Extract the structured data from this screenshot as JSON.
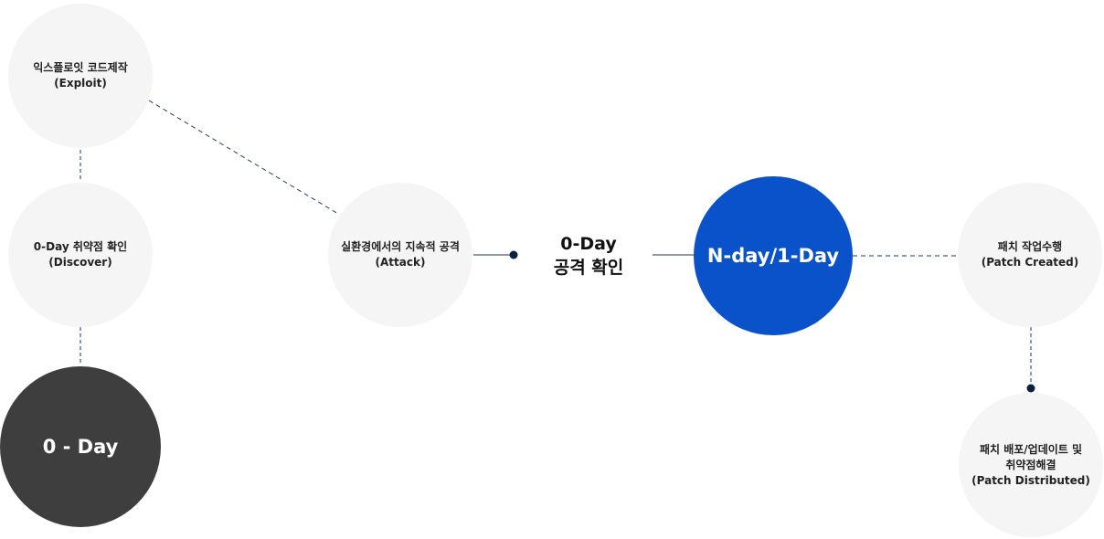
{
  "colors": {
    "light_node": "#f5f5f5",
    "dark_node": "#3e3e3e",
    "accent_node": "#0a52c9",
    "connector": "#1d3557",
    "text_dark": "#222222"
  },
  "nodes": {
    "exploit": {
      "line1": "익스플로잇 코드제작",
      "line2": "(Exploit)"
    },
    "discover": {
      "line1": "0-Day 취약점 확인",
      "line2": "(Discover)"
    },
    "zero_day": {
      "label": "0 - Day"
    },
    "attack": {
      "line1": "실환경에서의 지속적 공격",
      "line2": "(Attack)"
    },
    "confirm": {
      "line1": "0-Day",
      "line2": "공격 확인"
    },
    "n_day": {
      "label": "N-day/1-Day"
    },
    "patch_created": {
      "line1": "패치 작업수행",
      "line2": "(Patch Created)"
    },
    "patch_distributed": {
      "line1": "패치 배포/업데이트 및",
      "line2": "취약점해결",
      "line3": "(Patch Distributed)"
    }
  }
}
